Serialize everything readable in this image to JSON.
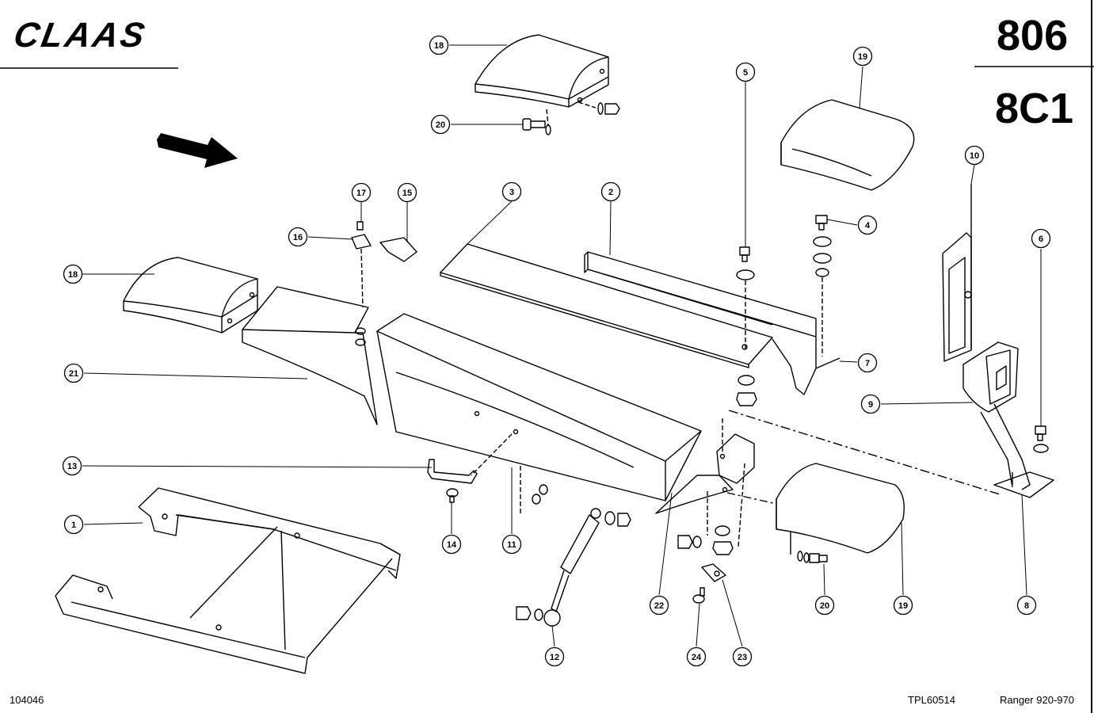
{
  "header": {
    "brand": "CLAAS",
    "page_number": "806",
    "section_code": "8C1"
  },
  "footer": {
    "image_number": "104046",
    "drawing_ref": "TPL60514",
    "model": "Ranger 920-970"
  },
  "callouts": [
    {
      "label": "18"
    },
    {
      "label": "20"
    },
    {
      "label": "5"
    },
    {
      "label": "19"
    },
    {
      "label": "10"
    },
    {
      "label": "17"
    },
    {
      "label": "15"
    },
    {
      "label": "3"
    },
    {
      "label": "2"
    },
    {
      "label": "4"
    },
    {
      "label": "16"
    },
    {
      "label": "18"
    },
    {
      "label": "6"
    },
    {
      "label": "21"
    },
    {
      "label": "7"
    },
    {
      "label": "9"
    },
    {
      "label": "13"
    },
    {
      "label": "1"
    },
    {
      "label": "14"
    },
    {
      "label": "11"
    },
    {
      "label": "12"
    },
    {
      "label": "22"
    },
    {
      "label": "24"
    },
    {
      "label": "23"
    },
    {
      "label": "20"
    },
    {
      "label": "19"
    },
    {
      "label": "8"
    }
  ]
}
